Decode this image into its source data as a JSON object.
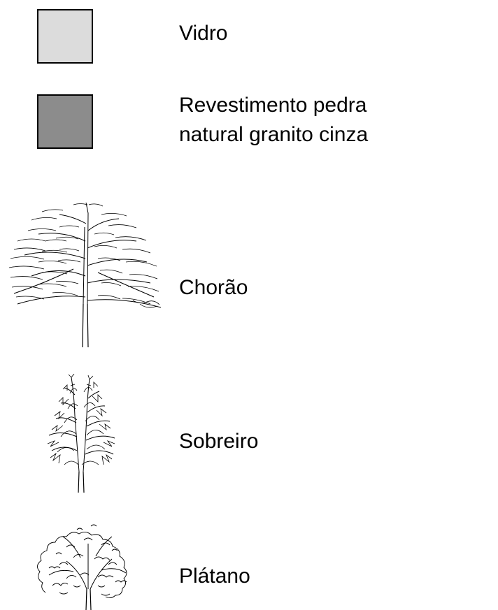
{
  "legend": {
    "items": [
      {
        "label": "Vidro",
        "swatch_color": "#dcdcdc"
      },
      {
        "label_lines": [
          "Revestimento pedra",
          "natural granito cinza"
        ],
        "swatch_color": "#8c8c8c"
      },
      {
        "label": "Chorão",
        "icon": "weeping-willow-tree-icon"
      },
      {
        "label": "Sobreiro",
        "icon": "cork-oak-tree-icon"
      },
      {
        "label": "Plátano",
        "icon": "plane-tree-icon"
      }
    ]
  }
}
